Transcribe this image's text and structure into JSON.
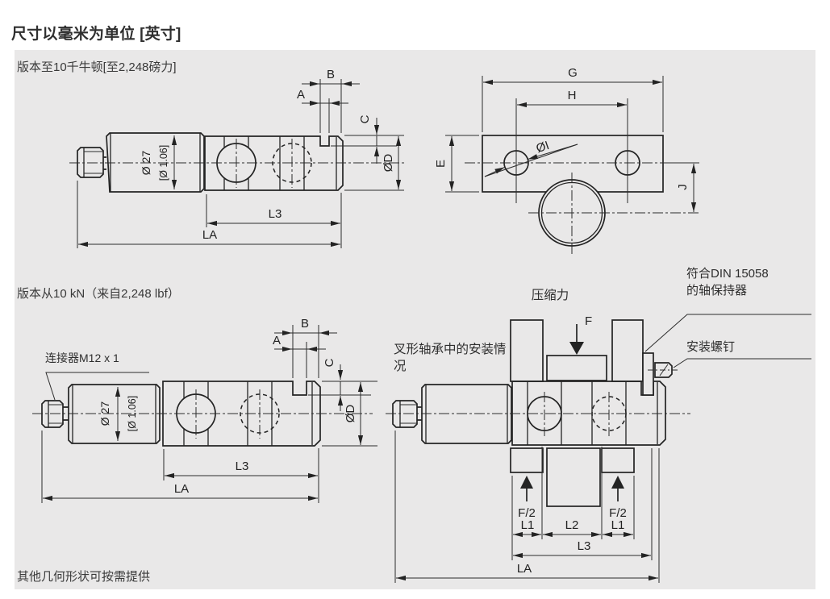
{
  "title": "尺寸以毫米为单位 [英寸]",
  "sections": {
    "top": "版本至10千牛顿[至2,248磅力]",
    "bottom": "版本从10 kN（来自2,248 lbf）",
    "footer": "其他几何形状可按需提供"
  },
  "annotations": {
    "connector": "连接器M12 x 1",
    "fork_mount": "叉形轴承中的安装情况",
    "compression": "压缩力",
    "retainer_line1": "符合DIN 15058",
    "retainer_line2": "的轴保持器",
    "screw": "安装螺钉"
  },
  "dims": {
    "a": "A",
    "b": "B",
    "c": "C",
    "d": "ØD",
    "e": "E",
    "g": "G",
    "h": "H",
    "i": "ØI",
    "j": "J",
    "f": "F",
    "f_half": "F/2",
    "l1": "L1",
    "l2": "L2",
    "l3": "L3",
    "la": "LA",
    "body_dia_mm": "Ø 27",
    "body_dia_in": "[Ø 1.06]"
  },
  "colors": {
    "panel_bg": "#e9e8e8",
    "line": "#232323",
    "text": "#333333"
  }
}
